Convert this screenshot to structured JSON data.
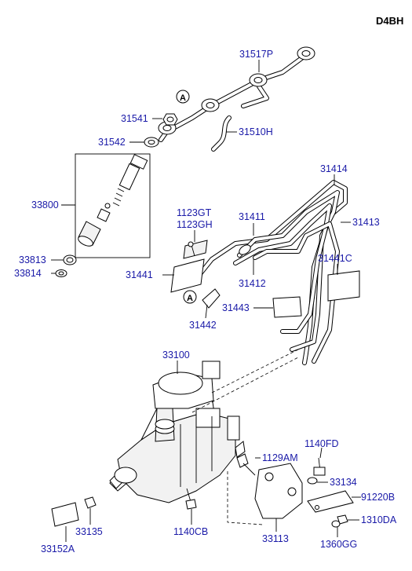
{
  "engine_code": "D4BH",
  "ref_mark": "A",
  "parts": {
    "p31517P": "31517P",
    "p31541": "31541",
    "p31542": "31542",
    "p31510H": "31510H",
    "p33800": "33800",
    "p33813": "33813",
    "p33814": "33814",
    "p31414": "31414",
    "p1123GT": "1123GT",
    "p1123GH": "1123GH",
    "p31411": "31411",
    "p31413": "31413",
    "p31441C": "31441C",
    "p31441": "31441",
    "p31412": "31412",
    "p31443": "31443",
    "p31442": "31442",
    "p33100": "33100",
    "p1140FD": "1140FD",
    "p1129AM": "1129AM",
    "p33134": "33134",
    "p91220B": "91220B",
    "p1310DA": "1310DA",
    "p1360GG": "1360GG",
    "p33135": "33135",
    "p1140CB": "1140CB",
    "p33113": "33113",
    "p33152A": "33152A"
  }
}
